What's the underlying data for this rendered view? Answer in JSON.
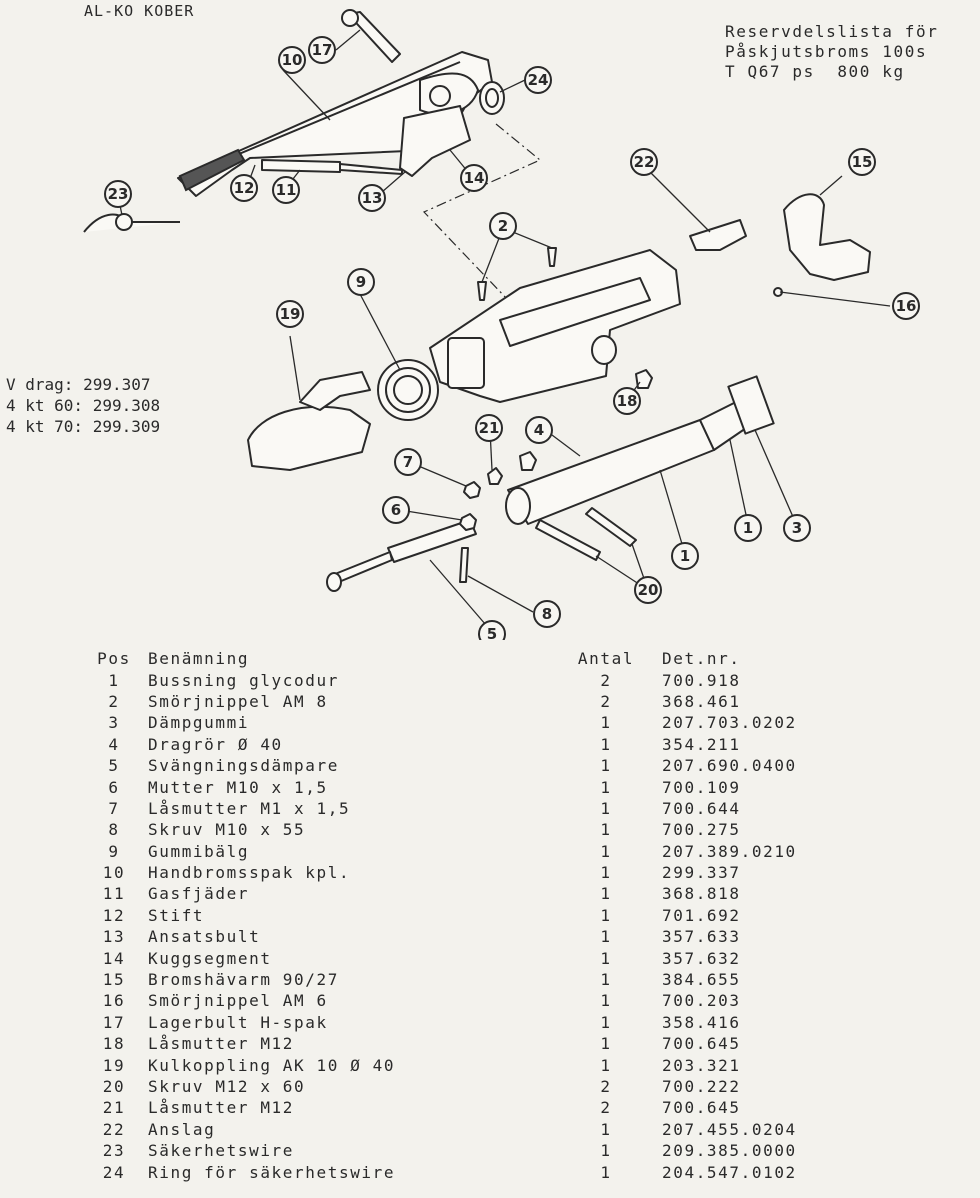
{
  "brand": "AL-KO KOBER",
  "title_lines": [
    "Reservdelslista för",
    "Påskjutsbroms 100s",
    "T Q67 ps  800 kg"
  ],
  "variants": [
    "V drag: 299.307",
    "4 kt 60: 299.308",
    "4 kt 70: 299.309"
  ],
  "table": {
    "headers": {
      "pos": "Pos",
      "name": "Benämning",
      "qty": "Antal",
      "det": "Det.nr."
    },
    "rows": [
      {
        "pos": "1",
        "name": "Bussning glycodur",
        "qty": "2",
        "det": "700.918"
      },
      {
        "pos": "2",
        "name": "Smörjnippel AM 8",
        "qty": "2",
        "det": "368.461"
      },
      {
        "pos": "3",
        "name": "Dämpgummi",
        "qty": "1",
        "det": "207.703.0202"
      },
      {
        "pos": "4",
        "name": "Dragrör Ø 40",
        "qty": "1",
        "det": "354.211"
      },
      {
        "pos": "5",
        "name": "Svängningsdämpare",
        "qty": "1",
        "det": "207.690.0400"
      },
      {
        "pos": "6",
        "name": "Mutter M10 x 1,5",
        "qty": "1",
        "det": "700.109"
      },
      {
        "pos": "7",
        "name": "Låsmutter M1 x 1,5",
        "qty": "1",
        "det": "700.644"
      },
      {
        "pos": "8",
        "name": "Skruv M10 x 55",
        "qty": "1",
        "det": "700.275"
      },
      {
        "pos": "9",
        "name": "Gummibälg",
        "qty": "1",
        "det": "207.389.0210"
      },
      {
        "pos": "10",
        "name": "Handbromsspak kpl.",
        "qty": "1",
        "det": "299.337"
      },
      {
        "pos": "11",
        "name": "Gasfjäder",
        "qty": "1",
        "det": "368.818"
      },
      {
        "pos": "12",
        "name": "Stift",
        "qty": "1",
        "det": "701.692"
      },
      {
        "pos": "13",
        "name": "Ansatsbult",
        "qty": "1",
        "det": "357.633"
      },
      {
        "pos": "14",
        "name": "Kuggsegment",
        "qty": "1",
        "det": "357.632"
      },
      {
        "pos": "15",
        "name": "Bromshävarm 90/27",
        "qty": "1",
        "det": "384.655"
      },
      {
        "pos": "16",
        "name": "Smörjnippel AM 6",
        "qty": "1",
        "det": "700.203"
      },
      {
        "pos": "17",
        "name": "Lagerbult H-spak",
        "qty": "1",
        "det": "358.416"
      },
      {
        "pos": "18",
        "name": "Låsmutter M12",
        "qty": "1",
        "det": "700.645"
      },
      {
        "pos": "19",
        "name": "Kulkoppling AK 10 Ø 40",
        "qty": "1",
        "det": "203.321"
      },
      {
        "pos": "20",
        "name": "Skruv M12 x 60",
        "qty": "2",
        "det": "700.222"
      },
      {
        "pos": "21",
        "name": "Låsmutter M12",
        "qty": "2",
        "det": "700.645"
      },
      {
        "pos": "22",
        "name": "Anslag",
        "qty": "1",
        "det": "207.455.0204"
      },
      {
        "pos": "23",
        "name": "Säkerhetswire",
        "qty": "1",
        "det": "209.385.0000"
      },
      {
        "pos": "24",
        "name": "Ring för säkerhetswire",
        "qty": "1",
        "det": "204.547.0102"
      }
    ]
  },
  "callouts": [
    "1",
    "1",
    "2",
    "3",
    "4",
    "5",
    "6",
    "7",
    "8",
    "9",
    "10",
    "11",
    "12",
    "13",
    "14",
    "15",
    "16",
    "17",
    "18",
    "19",
    "20",
    "21",
    "22",
    "23",
    "24"
  ]
}
